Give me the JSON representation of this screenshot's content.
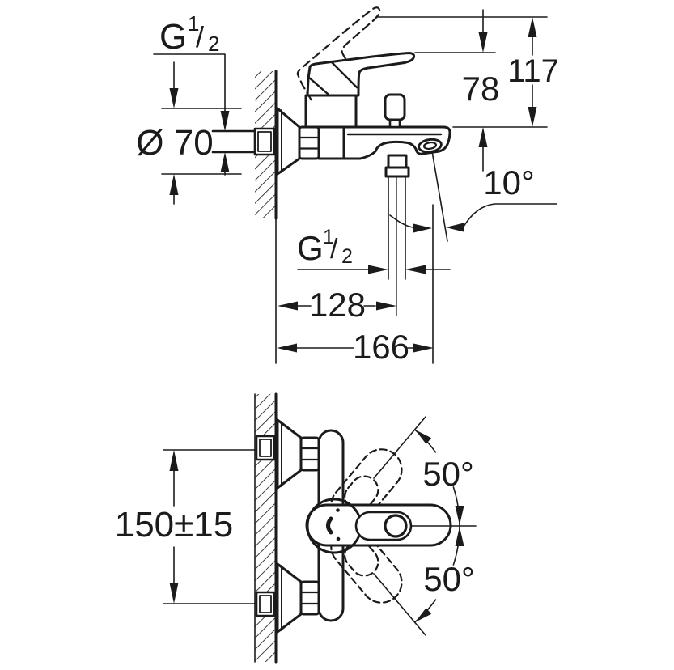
{
  "drawing": {
    "title": "bath-shower mixer installation dimensions",
    "side_view": {
      "thread_wall": {
        "main": "G",
        "sup": "1",
        "slash": "/",
        "sub": "2"
      },
      "escutcheon_diameter": "Ø 70",
      "lever_rest_height": "78",
      "lever_raised_height": "117",
      "spout_angle": "10°",
      "thread_outlet": {
        "main": "G",
        "sup": "1",
        "slash": "/",
        "sub": "2"
      },
      "wall_to_outlet": "128",
      "wall_to_spout": "166"
    },
    "plan_view": {
      "supply_spacing": "150±15",
      "swing_upper": "50°",
      "swing_lower": "50°"
    },
    "colors": {
      "ink": "#1b1b1b",
      "paper": "#ffffff"
    }
  }
}
